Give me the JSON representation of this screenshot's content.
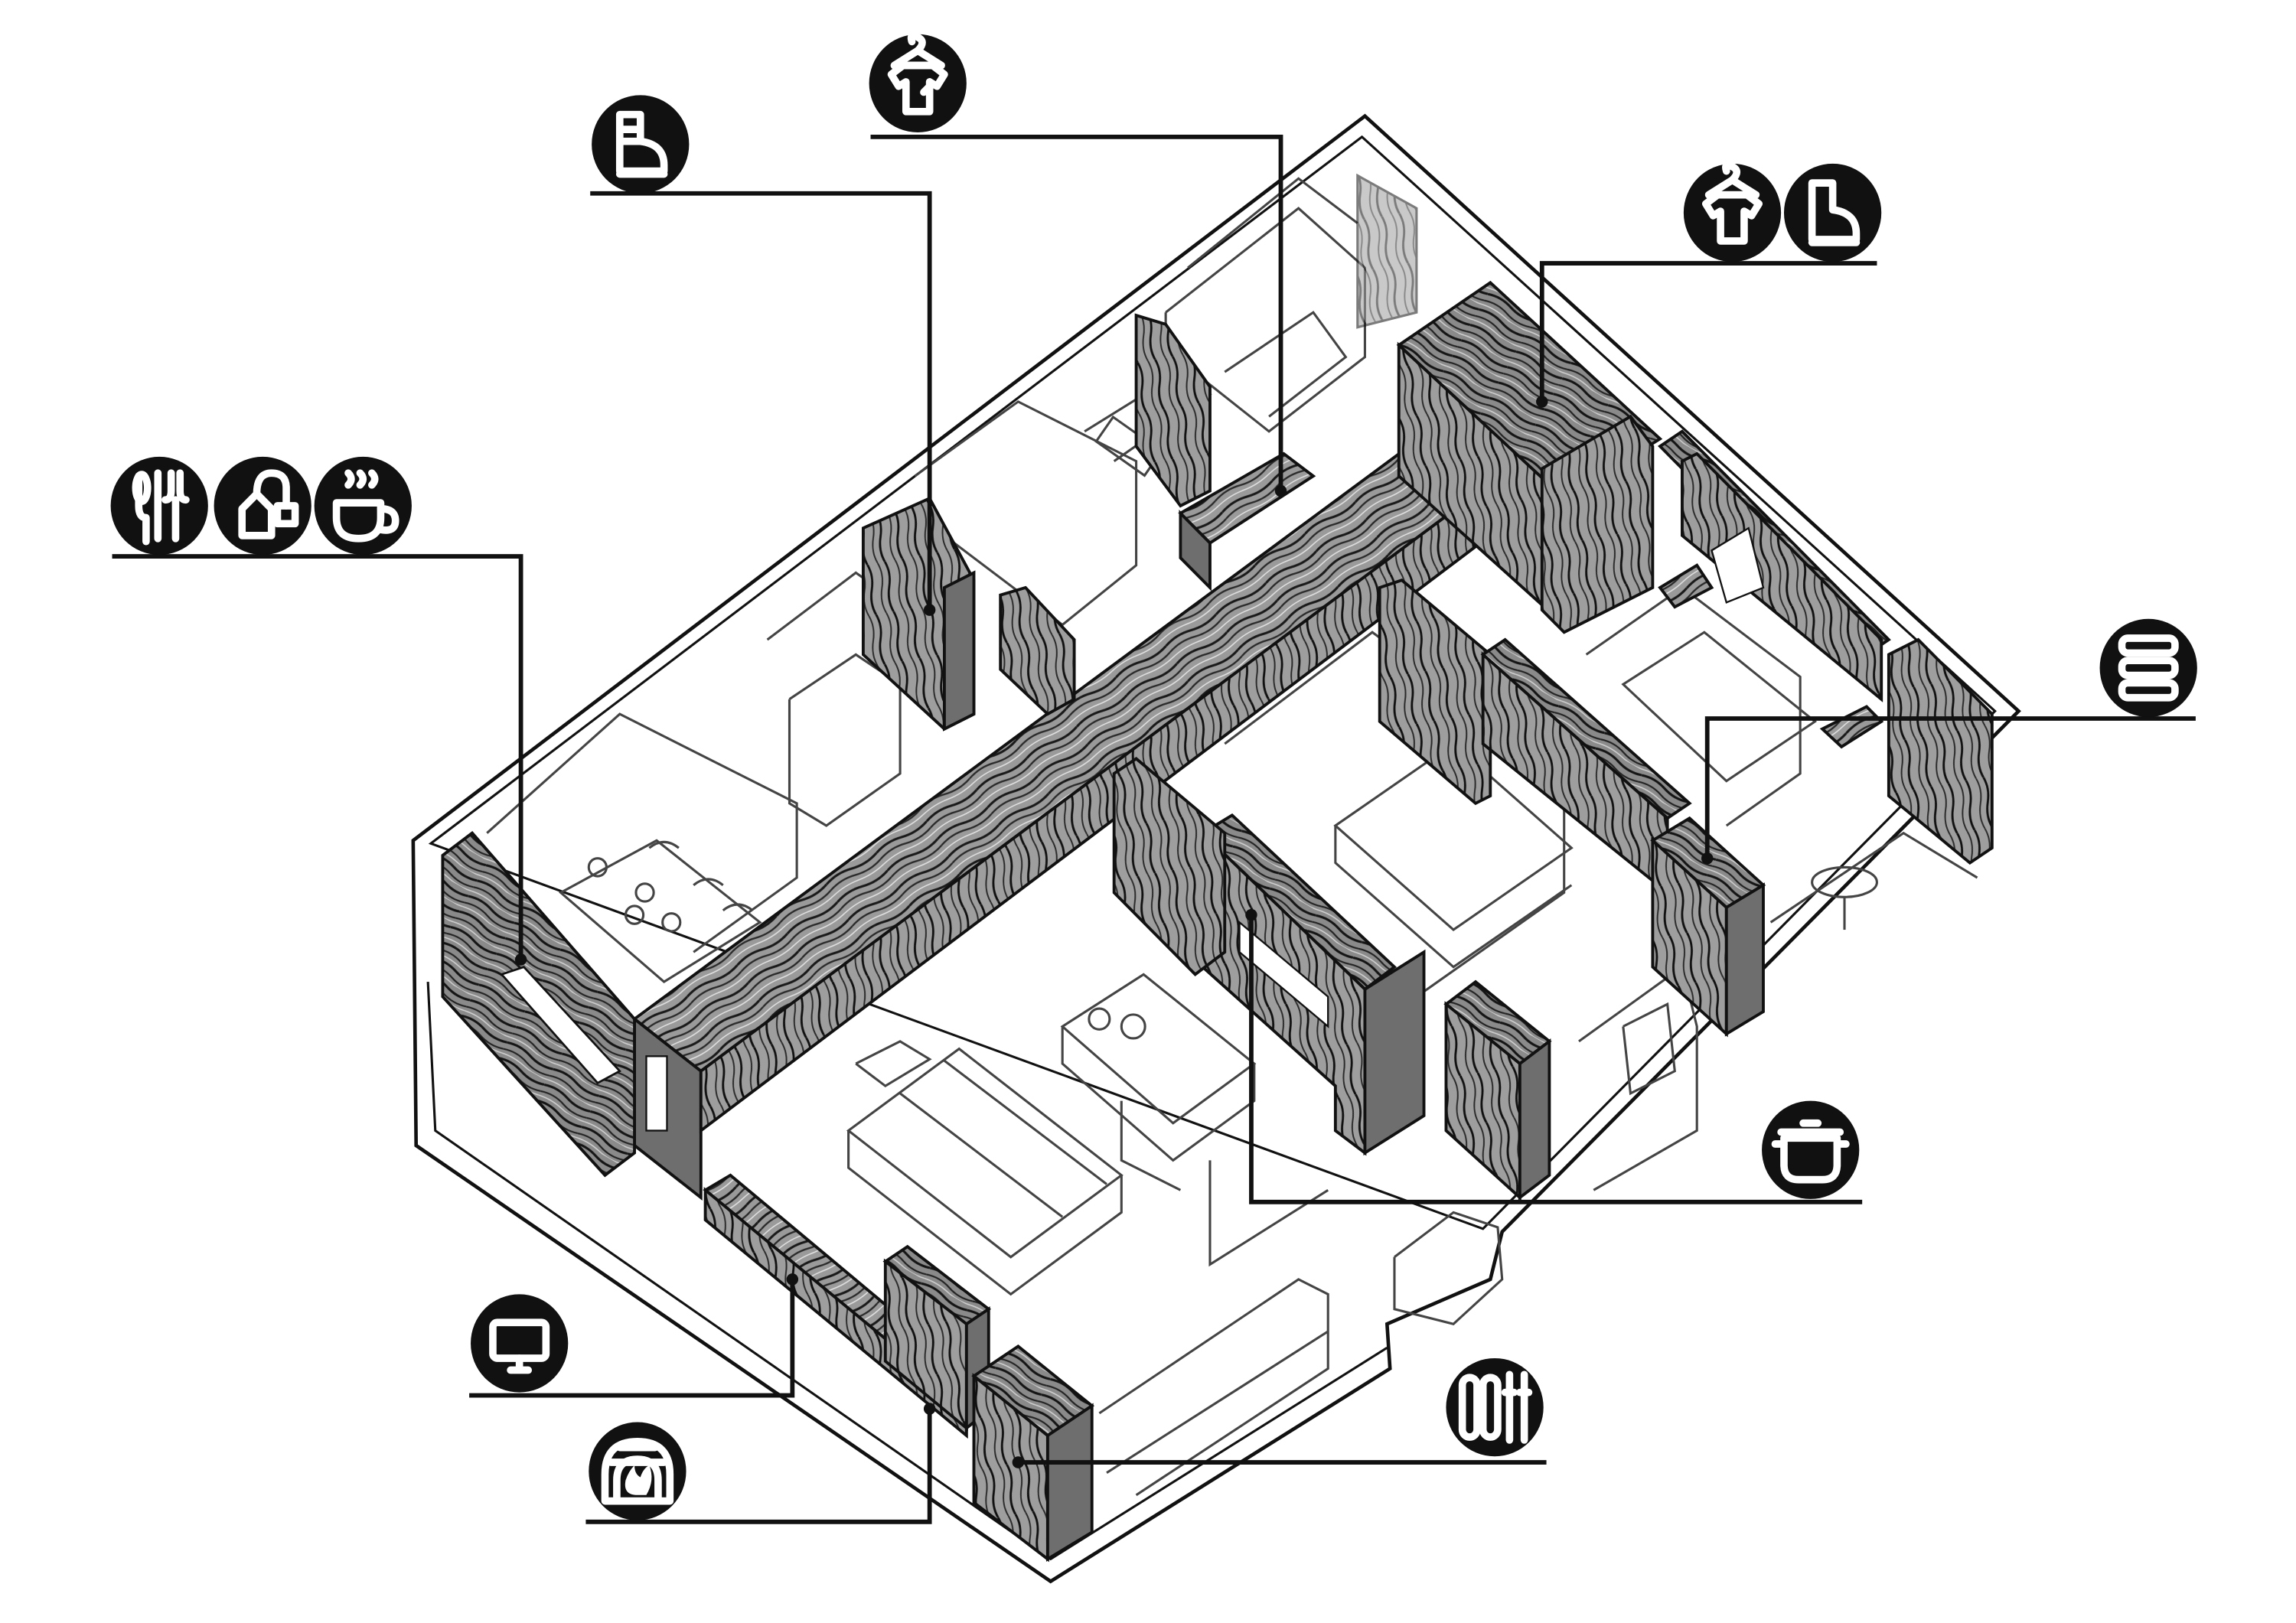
{
  "diagram": {
    "type": "isometric-floor-plan",
    "colors": {
      "ink": "#111111",
      "wood_panel": "#8f8f8f",
      "wood_grain": "#1a1a1a",
      "background": "#ffffff"
    },
    "callouts": [
      {
        "id": "boots-storage",
        "icons": [
          "boot-icon"
        ]
      },
      {
        "id": "wardrobe",
        "icons": [
          "shirt-hanger-icon"
        ]
      },
      {
        "id": "wardrobe-and-boots",
        "icons": [
          "shirt-hanger-icon",
          "boot-icon"
        ]
      },
      {
        "id": "dining",
        "icons": [
          "cutlery-icon",
          "teabag-icon",
          "coffee-cup-icon"
        ]
      },
      {
        "id": "shelving",
        "icons": [
          "shelves-icon"
        ]
      },
      {
        "id": "kitchen",
        "icons": [
          "cooking-pot-icon"
        ]
      },
      {
        "id": "tv-unit",
        "icons": [
          "tv-icon"
        ]
      },
      {
        "id": "fireplace",
        "icons": [
          "fireplace-icon"
        ]
      },
      {
        "id": "sports-storage",
        "icons": [
          "skis-poles-icon"
        ]
      }
    ]
  }
}
